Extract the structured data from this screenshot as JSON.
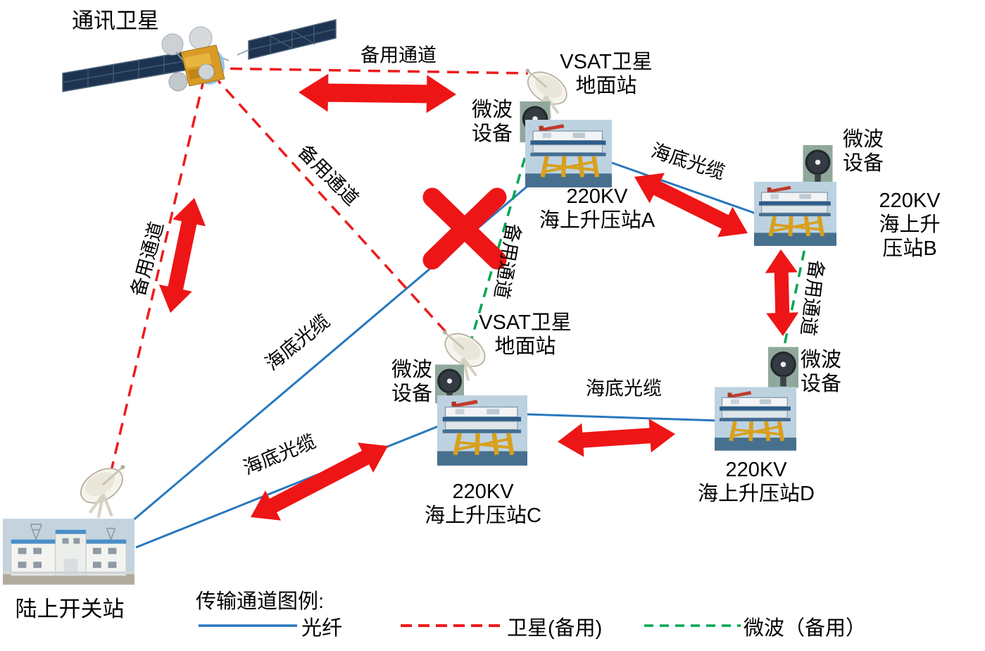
{
  "satellite": {
    "label": "通讯卫星"
  },
  "onshore": {
    "label": "陆上开关站"
  },
  "stations": {
    "a": {
      "vsat": "VSAT卫星\n地面站",
      "microwave": "微波\n设备",
      "title": "220KV\n海上升压站A"
    },
    "b": {
      "microwave": "微波\n设备",
      "title": "220KV\n海上升压站B"
    },
    "c": {
      "vsat": "VSAT卫星\n地面站",
      "microwave": "微波\n设备",
      "title": "220KV\n海上升压站C"
    },
    "d": {
      "microwave": "微波\n设备",
      "title": "220KV\n海上升压站D"
    }
  },
  "edge_labels": {
    "backup_top": "备用通道",
    "backup_diagonal": "备用通道",
    "backup_left": "备用通道",
    "backup_mw_ac": "备用通道",
    "backup_mw_bd": "备用通道",
    "cable_onshore_a": "海底光缆",
    "cable_onshore_c": "海底光缆",
    "cable_a_b": "海底光缆",
    "cable_c_d": "海底光缆"
  },
  "legend": {
    "title": "传输通道图例:",
    "fiber": "光纤",
    "satellite_backup": "卫星(备用)",
    "microwave_backup": "微波（备用）"
  },
  "colors": {
    "fiber": "#2878be",
    "satellite": "#ed1c1c",
    "microwave": "#00a651",
    "arrow": "#ee1516"
  }
}
